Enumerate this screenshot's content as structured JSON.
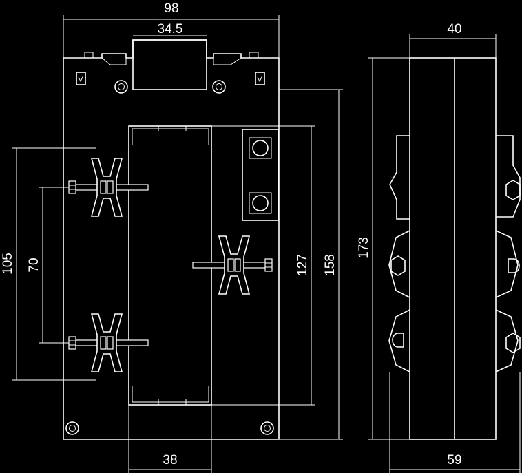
{
  "dimensions": {
    "overall_width": "98",
    "window_width": "34.5",
    "bus_width": "38",
    "side_depth_top": "40",
    "side_depth_bottom": "59",
    "terminal_span": "105",
    "terminal_pitch": "70",
    "window_height": "127",
    "inner_height": "158",
    "overall_height": "173"
  }
}
